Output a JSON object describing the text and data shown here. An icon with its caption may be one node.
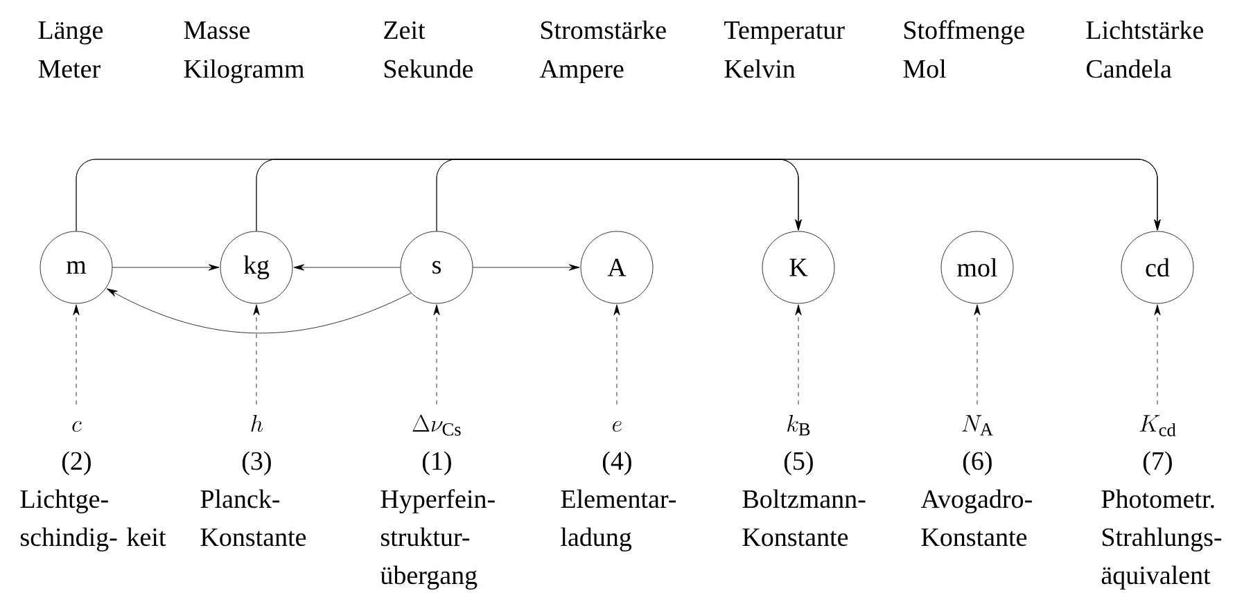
{
  "diagram": {
    "nodes": [
      {
        "text": [
          "m"
        ]
      },
      {
        "text": [
          "kg"
        ]
      },
      {
        "text": [
          "s"
        ]
      },
      {
        "text": [
          "A"
        ]
      },
      {
        "text": [
          "K"
        ]
      },
      {
        "text": [
          "mol"
        ]
      },
      {
        "text": [
          "cd"
        ]
      },
      {
        "text": [
          "c",
          "(2)",
          "Lichtge- schindig- keit"
        ]
      },
      {
        "text": [
          "h",
          "(3)",
          "Planck- Konstante"
        ]
      },
      {
        "text": [
          "\\Delta\\nu_{\\mathrm{Cs}}",
          "(1)",
          "Hyperfein- struktur- übergang"
        ]
      },
      {
        "text": [
          "e",
          "(4)",
          "Elementar- ladung"
        ]
      },
      {
        "text": [
          "k_{\\mathrm{B}}",
          "(5)",
          "Boltzmann- Konstante"
        ]
      },
      {
        "text": [
          "N_{\\mathrm{A}}",
          "(6)",
          "Avogadro- Konstante"
        ]
      },
      {
        "text": [
          "K_{\\mathrm{cd}}",
          "(7)",
          "Photometr. Strahlungs- äquivalent"
        ]
      }
    ],
    "edges": [
      {
        "from": 0,
        "to": 1,
        "arrow": "to"
      },
      {
        "from": 2,
        "to": 1,
        "arrow": "to"
      },
      {
        "from": 2,
        "to": 3,
        "arrow": "to"
      },
      {
        "from": 2,
        "to": 0,
        "arrow": "to"
      },
      {
        "from": 0,
        "to": 4,
        "arrow": "to"
      },
      {
        "from": 0,
        "to": 6,
        "arrow": "to"
      },
      {
        "from": 1,
        "to": 4,
        "arrow": "to"
      },
      {
        "from": 1,
        "to": 6,
        "arrow": "to"
      },
      {
        "from": 2,
        "to": 4,
        "arrow": "to"
      },
      {
        "from": 2,
        "to": 6,
        "arrow": "to"
      },
      {
        "from": 7,
        "to": 0,
        "arrow": "to",
        "style": "dashed"
      },
      {
        "from": 8,
        "to": 1,
        "arrow": "to",
        "style": "dashed"
      },
      {
        "from": 9,
        "to": 2,
        "arrow": "to",
        "style": "dashed"
      },
      {
        "from": 10,
        "to": 3,
        "arrow": "to",
        "style": "dashed"
      },
      {
        "from": 11,
        "to": 4,
        "arrow": "to",
        "style": "dashed"
      },
      {
        "from": 12,
        "to": 5,
        "arrow": "to",
        "style": "dashed"
      },
      {
        "from": 13,
        "to": 6,
        "arrow": "to",
        "style": "dashed"
      }
    ],
    "labels": [
      "Länge",
      "Masse",
      "Zeit",
      "Stromstärke",
      "Temperatur",
      "Stoffmenge",
      "Lichtstärke",
      "Meter",
      "Kilogramm",
      "Sekunde",
      "Ampere",
      "Kelvin",
      "Mol",
      "Candela"
    ]
  }
}
